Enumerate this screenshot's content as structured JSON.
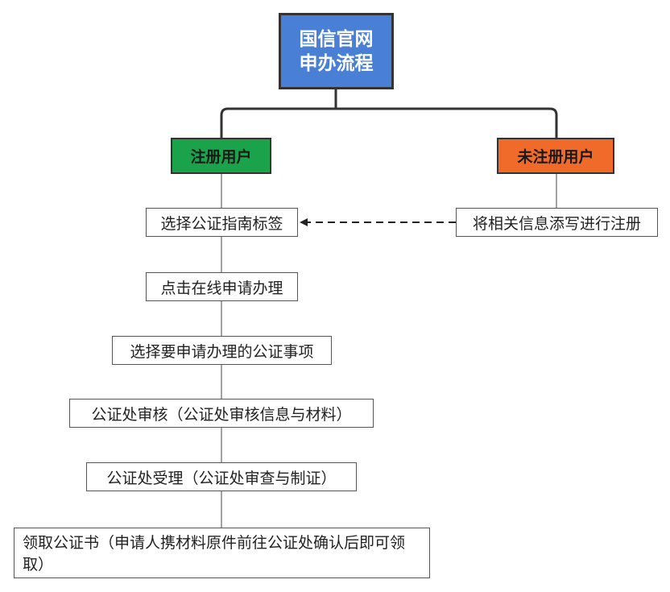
{
  "root": {
    "title": "国信官网\n申办流程",
    "color": "#4a7fd6"
  },
  "branches": {
    "registered": {
      "label": "注册用户",
      "color": "#1aa34a"
    },
    "unregistered": {
      "label": "未注册用户",
      "color": "#f06a2a"
    }
  },
  "steps": {
    "select_guide": "选择公证指南标签",
    "register": "将相关信息添写进行注册",
    "apply_online": "点击在线申请办理",
    "select_item": "选择要申请办理的公证事项",
    "review": "公证处审核（公证处审核信息与材料）",
    "accept": "公证处受理（公证处审查与制证）",
    "collect": "领取公证书（申请人携材料原件前往公证处确认后即可领取）"
  }
}
